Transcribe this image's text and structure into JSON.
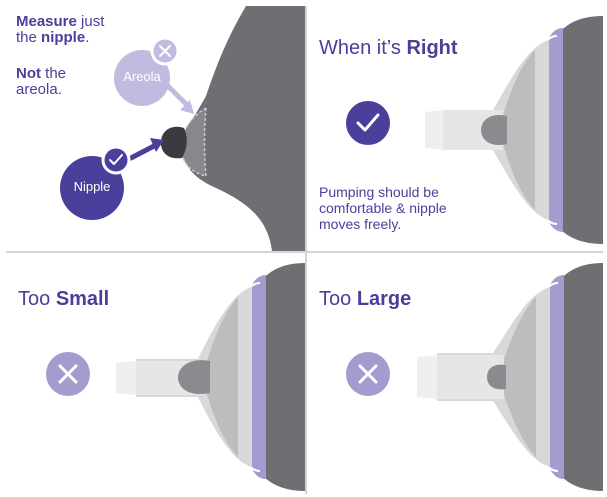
{
  "measure_panel": {
    "line1_bold": "Measure",
    "line1_rest": " just",
    "line2_pre": "the ",
    "line2_bold": "nipple",
    "line2_post": ".",
    "not_bold": "Not",
    "not_rest": " the",
    "not_line2": "areola.",
    "areola_label": "Areola",
    "nipple_label": "Nipple"
  },
  "right_panel": {
    "title_pre": "When it’s ",
    "title_bold": "Right",
    "caption_line1": "Pumping should be",
    "caption_line2": "comfortable & nipple",
    "caption_line3": "moves freely."
  },
  "small_panel": {
    "title_pre": "Too ",
    "title_bold": "Small"
  },
  "large_panel": {
    "title_pre": "Too ",
    "title_bold": "Large"
  },
  "colors": {
    "purple_dark": "#4a3f9a",
    "purple_light": "#a39ccf",
    "grey_dark": "#6f6f73",
    "grey_flange": "#c8c8c8"
  },
  "icons": [
    "check-icon",
    "close-icon"
  ]
}
